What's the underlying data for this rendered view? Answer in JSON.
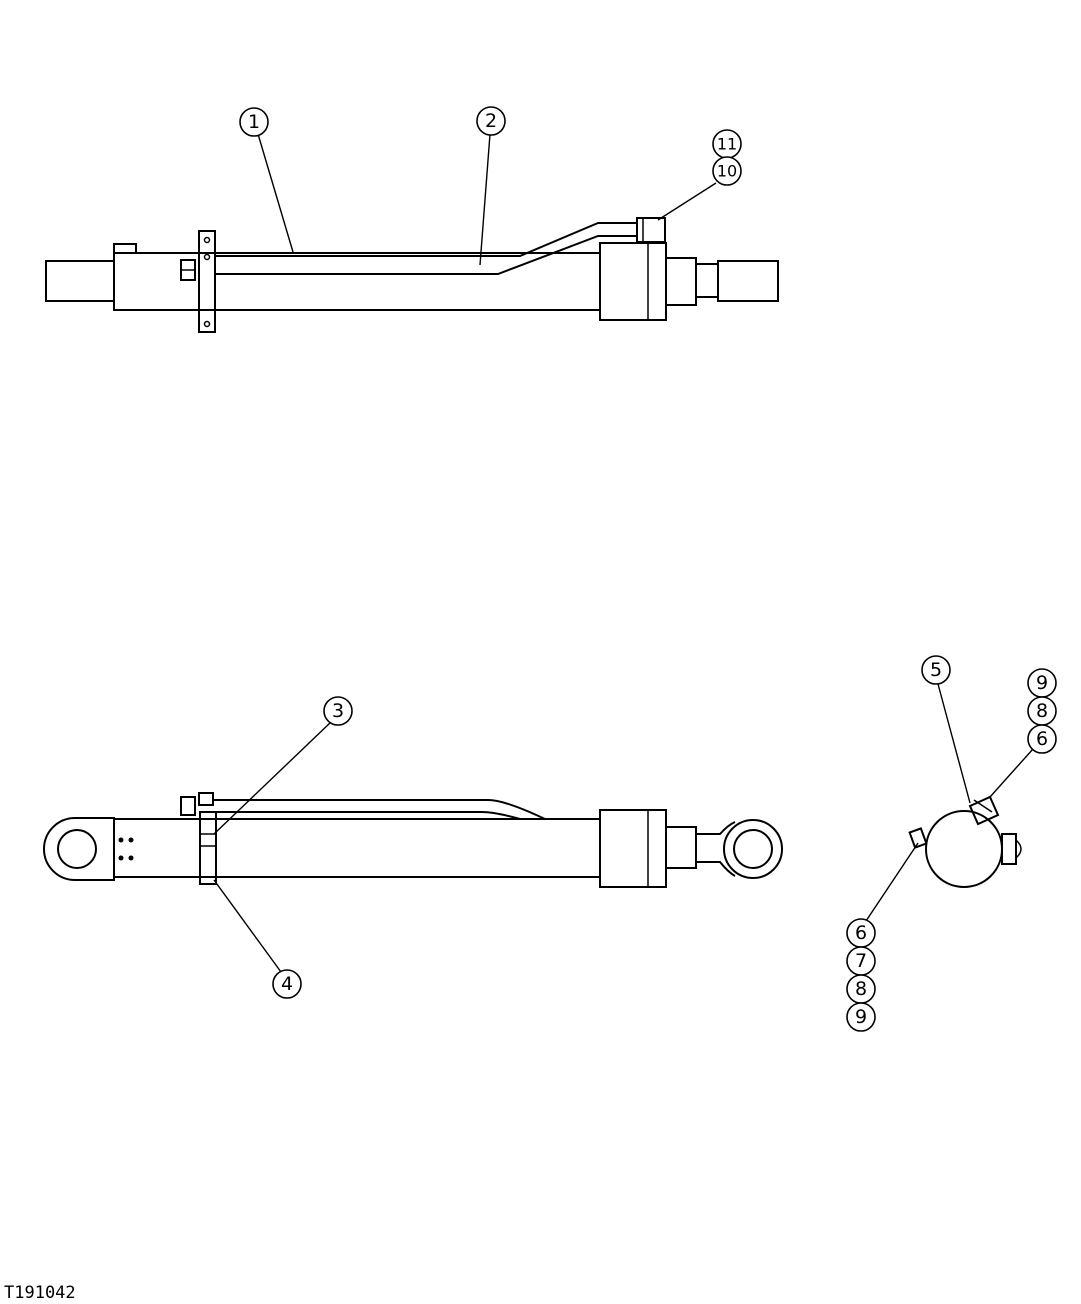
{
  "figure_id": "T191042",
  "callouts": {
    "c1": "1",
    "c2": "2",
    "c3": "3",
    "c4": "4",
    "c5": "5",
    "c6a": "6",
    "c6b": "6",
    "c7": "7",
    "c8a": "8",
    "c8b": "8",
    "c9a": "9",
    "c9b": "9",
    "c10": "10",
    "c11": "11"
  }
}
